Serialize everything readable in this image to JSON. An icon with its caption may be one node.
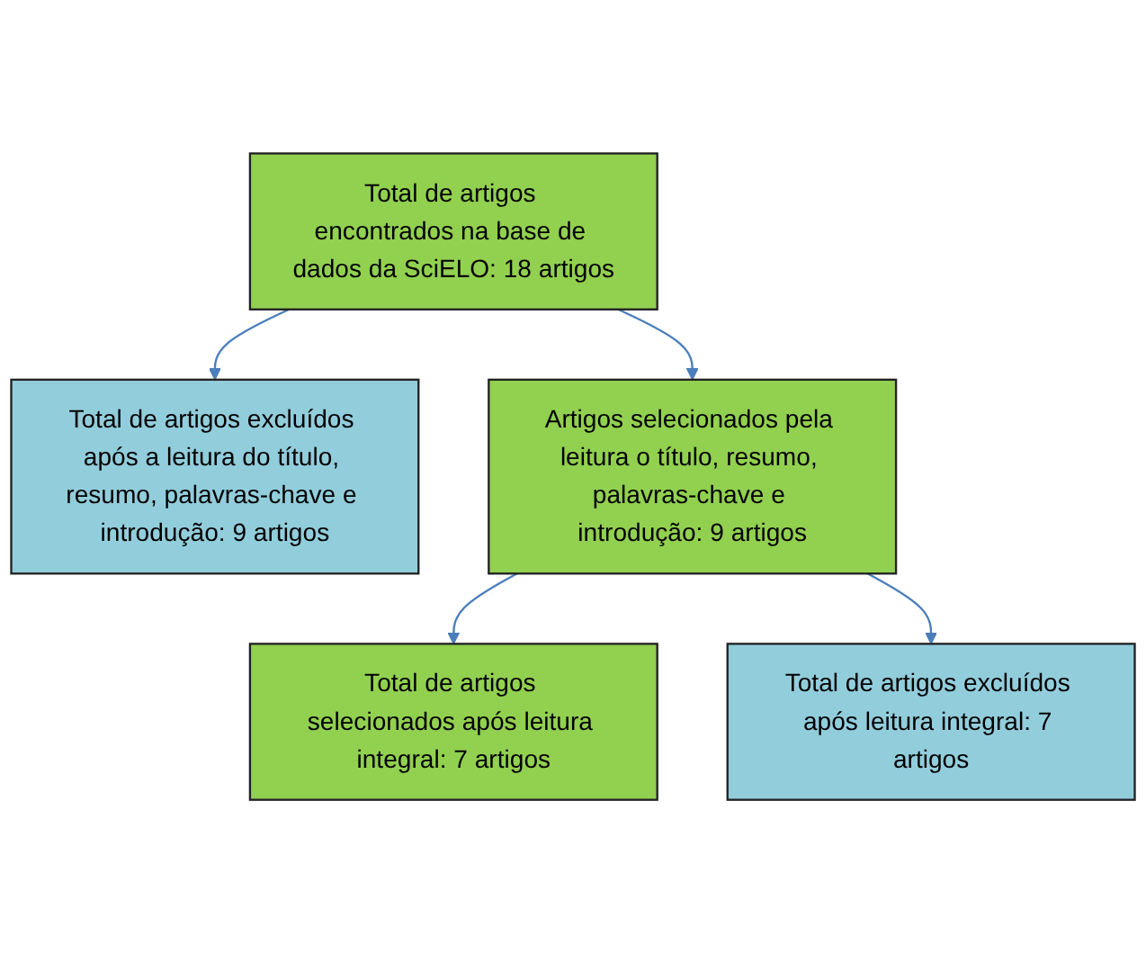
{
  "diagram": {
    "nodes": [
      {
        "text": [
          "Total de artigos encontrados na base de dados da SciELO: 18 artigos"
        ]
      },
      {
        "text": [
          "Total de artigos excluídos após a leitura do título, resumo, palavras-chave e introdução: 9 artigos"
        ]
      },
      {
        "text": [
          "Artigos selecionados pela leitura o título, resumo, palavras-chave e introdução: 9 artigos"
        ]
      },
      {
        "text": [
          "Total de artigos excluídos após leitura integral: 7 artigos"
        ]
      },
      {
        "text": [
          "Total de artigos selecionados após leitura integral: 7 artigos"
        ]
      }
    ],
    "edges": [
      {
        "from": 0,
        "to": 2,
        "arrow": "to"
      },
      {
        "from": 0,
        "to": 1,
        "arrow": "to"
      },
      {
        "from": 2,
        "to": 4,
        "arrow": "to"
      },
      {
        "from": 2,
        "to": 3,
        "arrow": "to"
      }
    ]
  }
}
